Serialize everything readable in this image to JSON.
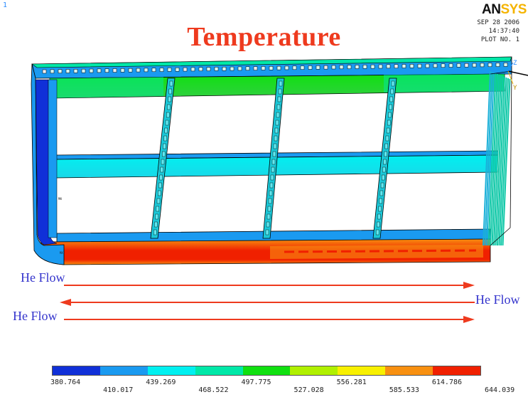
{
  "window_number": "1",
  "title": "Temperature",
  "logo": {
    "an": "AN",
    "sys": "SYS"
  },
  "plot_info": {
    "date": "SEP 28 2006",
    "time": "14:37:40",
    "plot_no": "PLOT NO.   1"
  },
  "flow_labels": [
    "He Flow",
    "He Flow",
    "He Flow"
  ],
  "triad": {
    "z": "Z",
    "y": "Y"
  },
  "node_labels": [
    "MN",
    "MX"
  ],
  "legend": {
    "colors": [
      "#1030d8",
      "#1a9af0",
      "#00f0f0",
      "#00e8a8",
      "#10e010",
      "#b0f000",
      "#f8f000",
      "#f89010",
      "#f02000"
    ],
    "values_top": [
      "380.764",
      "439.269",
      "497.775",
      "556.281",
      "614.786"
    ],
    "values_bottom": [
      "410.017",
      "468.522",
      "527.028",
      "585.533",
      "644.039"
    ]
  },
  "colors": {
    "title": "#ee3a1e",
    "flow_label": "#3333cc",
    "arrow": "#ee3a1e",
    "frame_outline": "#000000"
  }
}
